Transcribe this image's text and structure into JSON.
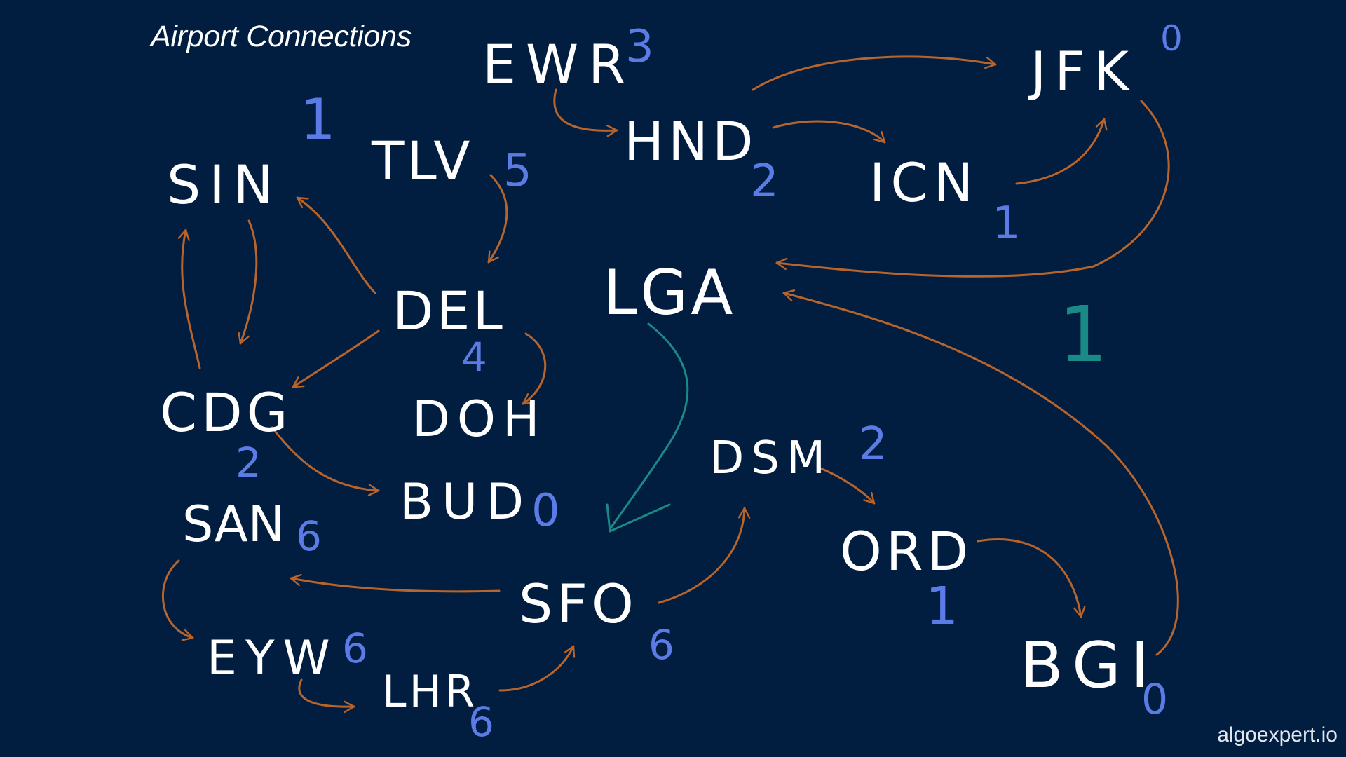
{
  "title": "Airport Connections",
  "brand": "algoexpert.io",
  "colors": {
    "background": "#011d3f",
    "airport_text": "#ffffff",
    "count": "#5b7be6",
    "edge": "#b8642a",
    "highlight": "#1a8a86"
  },
  "airports": [
    {
      "id": "EWR",
      "count": "3"
    },
    {
      "id": "JFK",
      "count": "0"
    },
    {
      "id": "HND",
      "count": "2"
    },
    {
      "id": "ICN",
      "count": "1"
    },
    {
      "id": "SIN",
      "count": "1"
    },
    {
      "id": "TLV",
      "count": "5"
    },
    {
      "id": "LGA",
      "count": ""
    },
    {
      "id": "DEL",
      "count": "4"
    },
    {
      "id": "CDG",
      "count": "2"
    },
    {
      "id": "DOH",
      "count": ""
    },
    {
      "id": "BUD",
      "count": "0"
    },
    {
      "id": "DSM",
      "count": "2"
    },
    {
      "id": "SAN",
      "count": "6"
    },
    {
      "id": "ORD",
      "count": "1"
    },
    {
      "id": "SFO",
      "count": "6"
    },
    {
      "id": "EYW",
      "count": "6"
    },
    {
      "id": "LHR",
      "count": "6"
    },
    {
      "id": "BGI",
      "count": "0"
    }
  ],
  "edges": [
    {
      "from": "EWR",
      "to": "HND"
    },
    {
      "from": "HND",
      "to": "JFK"
    },
    {
      "from": "HND",
      "to": "ICN"
    },
    {
      "from": "ICN",
      "to": "JFK"
    },
    {
      "from": "JFK",
      "to": "LGA"
    },
    {
      "from": "TLV",
      "to": "DEL"
    },
    {
      "from": "DEL",
      "to": "SIN"
    },
    {
      "from": "DEL",
      "to": "CDG"
    },
    {
      "from": "DEL",
      "to": "DOH"
    },
    {
      "from": "SIN",
      "to": "CDG"
    },
    {
      "from": "CDG",
      "to": "SIN"
    },
    {
      "from": "CDG",
      "to": "BUD"
    },
    {
      "from": "SFO",
      "to": "SAN"
    },
    {
      "from": "SAN",
      "to": "EYW"
    },
    {
      "from": "EYW",
      "to": "LHR"
    },
    {
      "from": "LHR",
      "to": "SFO"
    },
    {
      "from": "SFO",
      "to": "DSM"
    },
    {
      "from": "DSM",
      "to": "ORD"
    },
    {
      "from": "ORD",
      "to": "BGI"
    },
    {
      "from": "BGI",
      "to": "LGA"
    }
  ],
  "highlight": {
    "label": "1",
    "path_from": "LGA",
    "path_to": "SFO"
  }
}
